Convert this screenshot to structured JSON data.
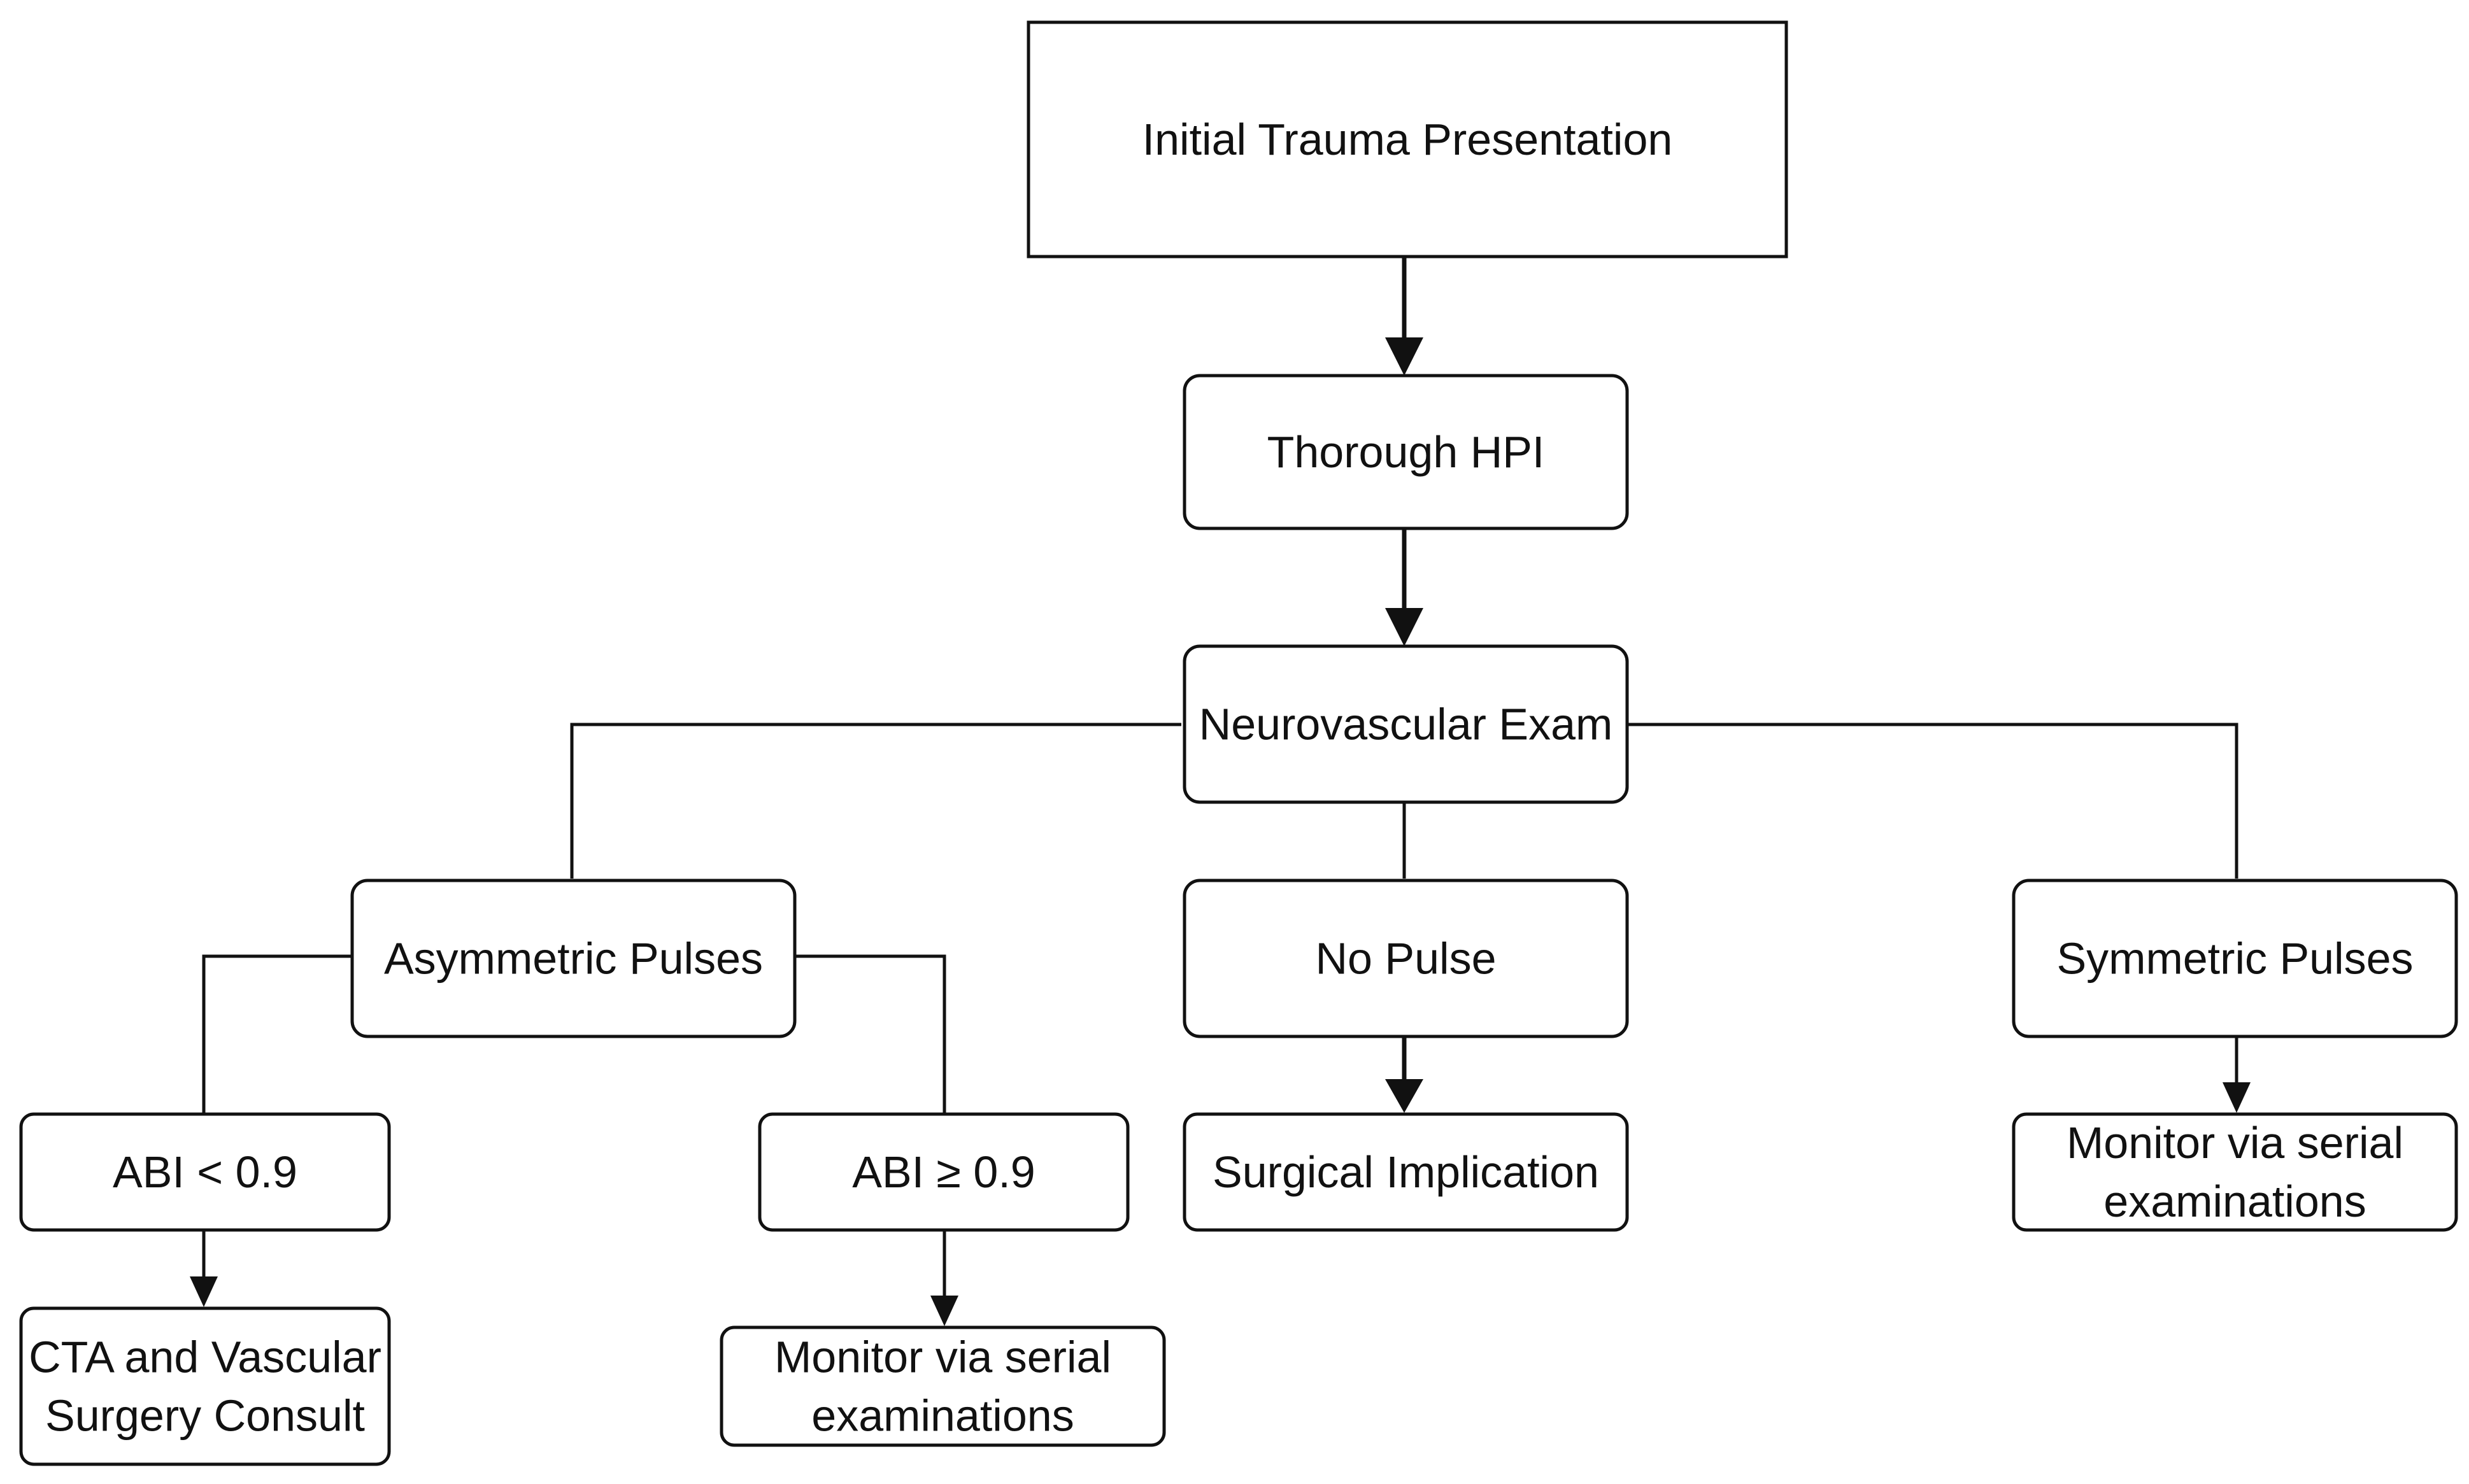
{
  "nodes": {
    "initial_trauma": {
      "lines": [
        "Initial Trauma Presentation"
      ]
    },
    "thorough_hpi": {
      "lines": [
        "Thorough HPI"
      ]
    },
    "neurovascular_exam": {
      "lines": [
        "Neurovascular Exam"
      ]
    },
    "asymmetric_pulses": {
      "lines": [
        "Asymmetric Pulses"
      ]
    },
    "no_pulse": {
      "lines": [
        "No Pulse"
      ]
    },
    "symmetric_pulses": {
      "lines": [
        "Symmetric Pulses"
      ]
    },
    "abi_low": {
      "lines": [
        "ABI < 0.9"
      ]
    },
    "abi_high": {
      "lines": [
        "ABI ≥ 0.9"
      ]
    },
    "surgical_implication": {
      "lines": [
        "Surgical Implication"
      ]
    },
    "monitor_symmetric": {
      "lines": [
        "Monitor via serial",
        "examinations"
      ]
    },
    "cta_consult": {
      "lines": [
        "CTA and Vascular",
        "Surgery Consult"
      ]
    },
    "monitor_abi_high": {
      "lines": [
        "Monitor via serial",
        "examinations"
      ]
    }
  }
}
